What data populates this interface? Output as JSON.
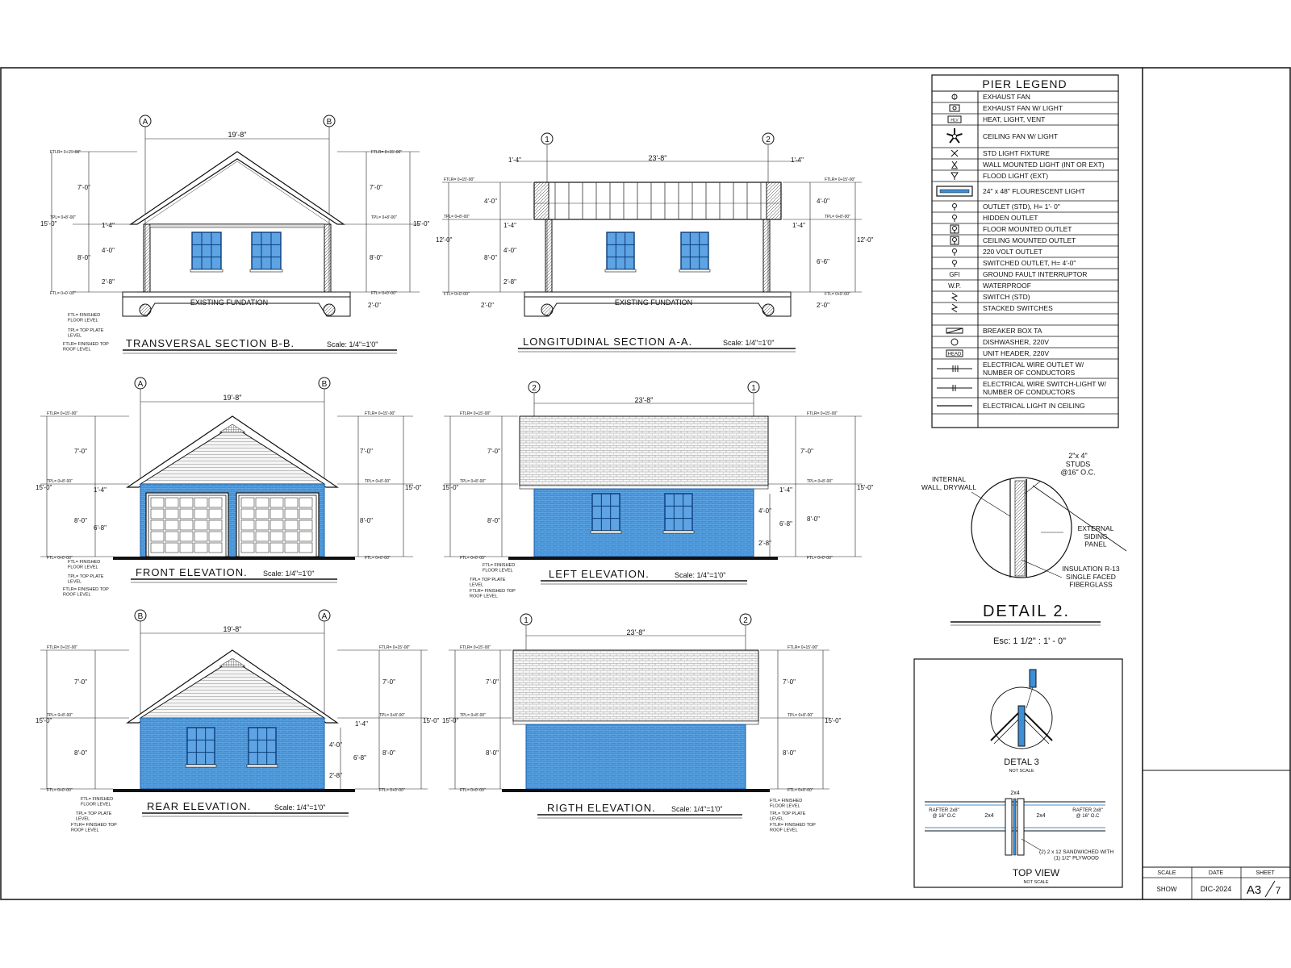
{
  "sheet": {
    "scale_label": "SCALE",
    "scale_value": "SHOW",
    "date_label": "DATE",
    "date_value": "DIC-2024",
    "sheet_label": "SHEET",
    "sheet_value": "A3",
    "sheet_total": "7"
  },
  "legend": {
    "title": "PIER LEGEND",
    "items": [
      "EXHAUST FAN",
      "EXHAUST FAN W/ LIGHT",
      "HEAT, LIGHT, VENT",
      "CEILING FAN W/ LIGHT",
      "STD LIGHT FIXTURE",
      "WALL MOUNTED LIGHT (INT OR EXT)",
      "FLOOD LIGHT (EXT)",
      "24\" x 48\" FLOURESCENT LIGHT",
      "OUTLET (STD), H= 1'- 0\"",
      "HIDDEN OUTLET",
      "FLOOR MOUNTED OUTLET",
      "CEILING MOUNTED OUTLET",
      "220 VOLT OUTLET",
      "SWITCHED OUTLET, H= 4'-0\"",
      "GROUND FAULT INTERRUPTOR",
      "WATERPROOF",
      "SWITCH (STD)",
      "STACKED SWITCHES",
      "",
      "BREAKER BOX  TA",
      "DISHWASHER, 220V",
      "UNIT HEADER, 220V",
      "ELECTRICAL WIRE OUTLET W/\nNUMBER OF CONDUCTORS",
      "ELECTRICAL WIRE SWITCH-LIGHT W/\nNUMBER OF CONDUCTORS",
      "ELECTRICAL LIGHT IN CEILING"
    ],
    "symbols": [
      "GFI",
      "W.P.",
      "HEAD",
      "HLV"
    ]
  },
  "views": {
    "transversal": {
      "title": "TRANSVERSAL  SECTION  B-B.",
      "scale": "Scale: 1/4\"=1'0\"",
      "grid_left": "A",
      "grid_right": "B",
      "width": "19'-8\"",
      "foundation": "EXISTING FUNDATION"
    },
    "longitudinal": {
      "title": "LONGITUDINAL  SECTION  A-A.",
      "scale": "Scale: 1/4\"=1'0\"",
      "grid_left": "1",
      "grid_right": "2",
      "width": "23'-8\"",
      "foundation": "EXISTING FUNDATION"
    },
    "front": {
      "title": "FRONT  ELEVATION.",
      "scale": "Scale: 1/4\"=1'0\"",
      "grid_left": "A",
      "grid_right": "B",
      "width": "19'-8\""
    },
    "left": {
      "title": "LEFT  ELEVATION.",
      "scale": "Scale: 1/4\"=1'0\"",
      "grid_left": "2",
      "grid_right": "1",
      "width": "23'-8\""
    },
    "rear": {
      "title": "REAR  ELEVATION.",
      "scale": "Scale: 1/4\"=1'0\"",
      "grid_left": "B",
      "grid_right": "A",
      "width": "19'-8\""
    },
    "right": {
      "title": "RIGTH  ELEVATION.",
      "scale": "Scale: 1/4\"=1'0\"",
      "grid_left": "1",
      "grid_right": "2",
      "width": "23'-8\""
    }
  },
  "dims": {
    "d15": "15'-0\"",
    "d12": "12'-0\"",
    "d7": "7'-0\"",
    "d8": "8'-0\"",
    "d4": "4'-0\"",
    "d2": "2'-0\"",
    "d28": "2'-8\"",
    "d68": "6'-8\"",
    "d66": "6'-6\"",
    "d14": "1'-4\"",
    "ftl": "FTL= 0+0'-00\"",
    "tpl": "TPL= 0+8'-00\"",
    "ftlr": "FTLR= 0+15'-00\""
  },
  "notes": {
    "ftl_note": "FTL= FINISHED\nFLOOR LEVEL",
    "tpl_note": "TPL= TOP PLATE\nLEVEL",
    "ftlr_note": "FTLR= FINISHED TOP\nROOF LEVEL"
  },
  "detail2": {
    "title": "DETAIL 2.",
    "scale": "Esc: 1 1/2\" : 1' - 0\"",
    "studs": "2\"x 4\"\nSTUDS\n@16\" O.C.",
    "internal": "INTERNAL\nWALL, DRYWALL",
    "siding": "EXTERNAL\nSIDING\nPANEL",
    "insulation": "INSULATION R-13\nSINGLE FACED\nFIBERGLASS"
  },
  "detail3": {
    "title": "DETAL 3",
    "not_scale": "NOT SCALE",
    "top_view": "TOP VIEW",
    "not_scale2": "NOT SCALE",
    "rafter_l": "RAFTER 2x8\"\n@ 16\" O.C",
    "rafter_r": "RAFTER 2x8\"\n@ 16\" O.C",
    "lumber_2x4": "2x4",
    "sandwich": "(2) 2 x 12 SANDWICHED WITH\n(1) 1/2\" PLYWOOD"
  },
  "colors": {
    "siding": "#3d8fd6",
    "window": "#5ea3e3",
    "line": "#111111"
  }
}
